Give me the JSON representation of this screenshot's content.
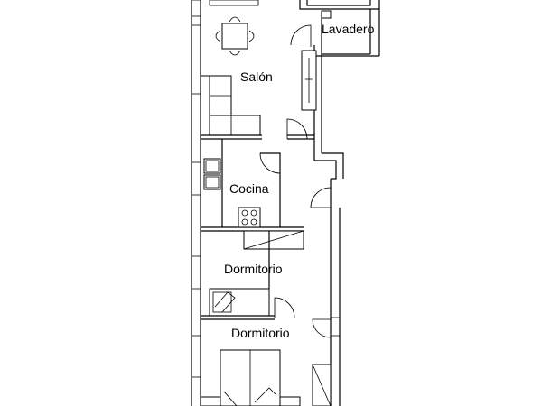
{
  "rooms": {
    "salon": "Salón",
    "lavadero": "Lavadero",
    "cocina": "Cocina",
    "dormitorio_1": "Dormitorio",
    "dormitorio_2": "Dormitorio"
  },
  "colors": {
    "line": "#000000",
    "background": "#ffffff"
  }
}
